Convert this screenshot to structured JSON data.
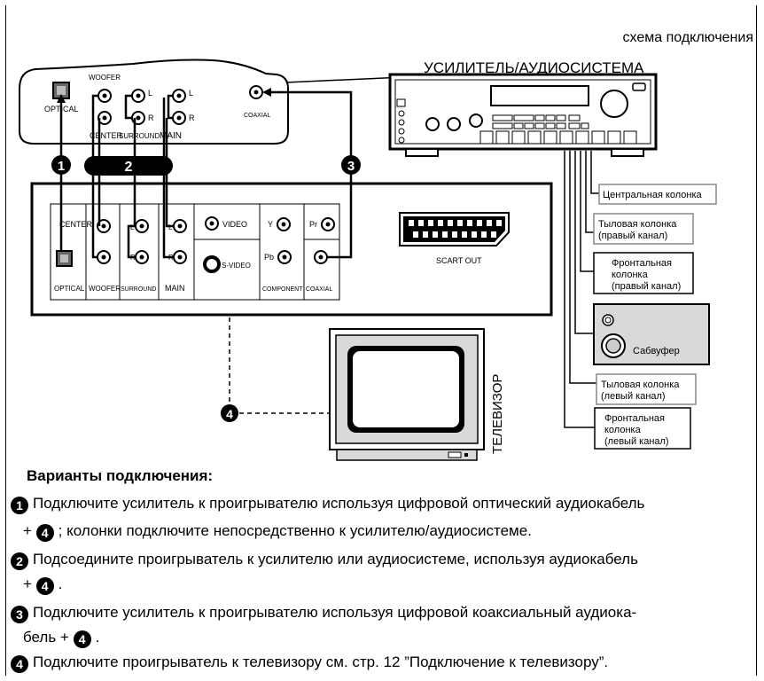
{
  "header": {
    "caption": "схема подключения",
    "amplifier_title": "УСИЛИТЕЛЬ/АУДИОСИСТЕМА"
  },
  "amp_panel": {
    "optical": "OPTICAL",
    "woofer": "WOOFER",
    "center": "CENTER",
    "surround": "SURROUND",
    "main": "MAIN",
    "coaxial": "COAXIAL",
    "l": "L",
    "r": "R"
  },
  "player_panel": {
    "center": "CENTER",
    "optical": "OPTICAL",
    "woofer": "WOOFER",
    "surround": "SURROUND",
    "main": "MAIN",
    "video": "VIDEO",
    "s_video": "S-VIDEO",
    "y": "Y",
    "pr": "Pr",
    "pb": "Pb",
    "component": "COMPONENT",
    "coaxial": "COAXIAL",
    "scart_out": "SCART OUT",
    "l": "L",
    "r": "R"
  },
  "markers": {
    "m1": "1",
    "m2": "2",
    "m3": "3",
    "m4": "4"
  },
  "speakers": {
    "center": "Центральная колонка",
    "rear_right_1": "Тыловая колонка",
    "rear_right_2": "(правый канал)",
    "front_right_1": "Фронтальная",
    "front_right_2": "колонка",
    "front_right_3": "(правый канал)",
    "subwoofer": "Сабвуфер",
    "rear_left_1": "Тыловая колонка",
    "rear_left_2": "(левый канал)",
    "front_left_1": "Фронтальная",
    "front_left_2": "колонка",
    "front_left_3": "(левый канал)"
  },
  "tv_label": "ТЕЛЕВИЗОР",
  "options": {
    "title": "Варианты подключения:",
    "items": [
      {
        "num": "1",
        "text": "Подключите усилитель к проигрывателю используя цифровой оптический аудиокабель",
        "cont_pre": "+",
        "cont_num": "4",
        "cont_text": "; колонки подключите непосредственно к усилителю/аудиосистеме."
      },
      {
        "num": "2",
        "text": "Подсоедините проигрыватель к усилителю или аудиосистеме, используя аудиокабель",
        "cont_pre": "+",
        "cont_num": "4",
        "cont_text": "."
      },
      {
        "num": "3",
        "text": "Подключите усилитель к проигрывателю используя цифровой коаксиальный аудиока-",
        "cont_pre": "бель +",
        "cont_num": "4",
        "cont_text": "."
      },
      {
        "num": "4",
        "text": "Подключите проигрыватель к телевизору см. стр. 12 ”Подключение к телевизору”."
      }
    ]
  },
  "colors": {
    "ink": "#000000",
    "panel_grey": "#d9d9d9",
    "box_border": "#888888"
  }
}
